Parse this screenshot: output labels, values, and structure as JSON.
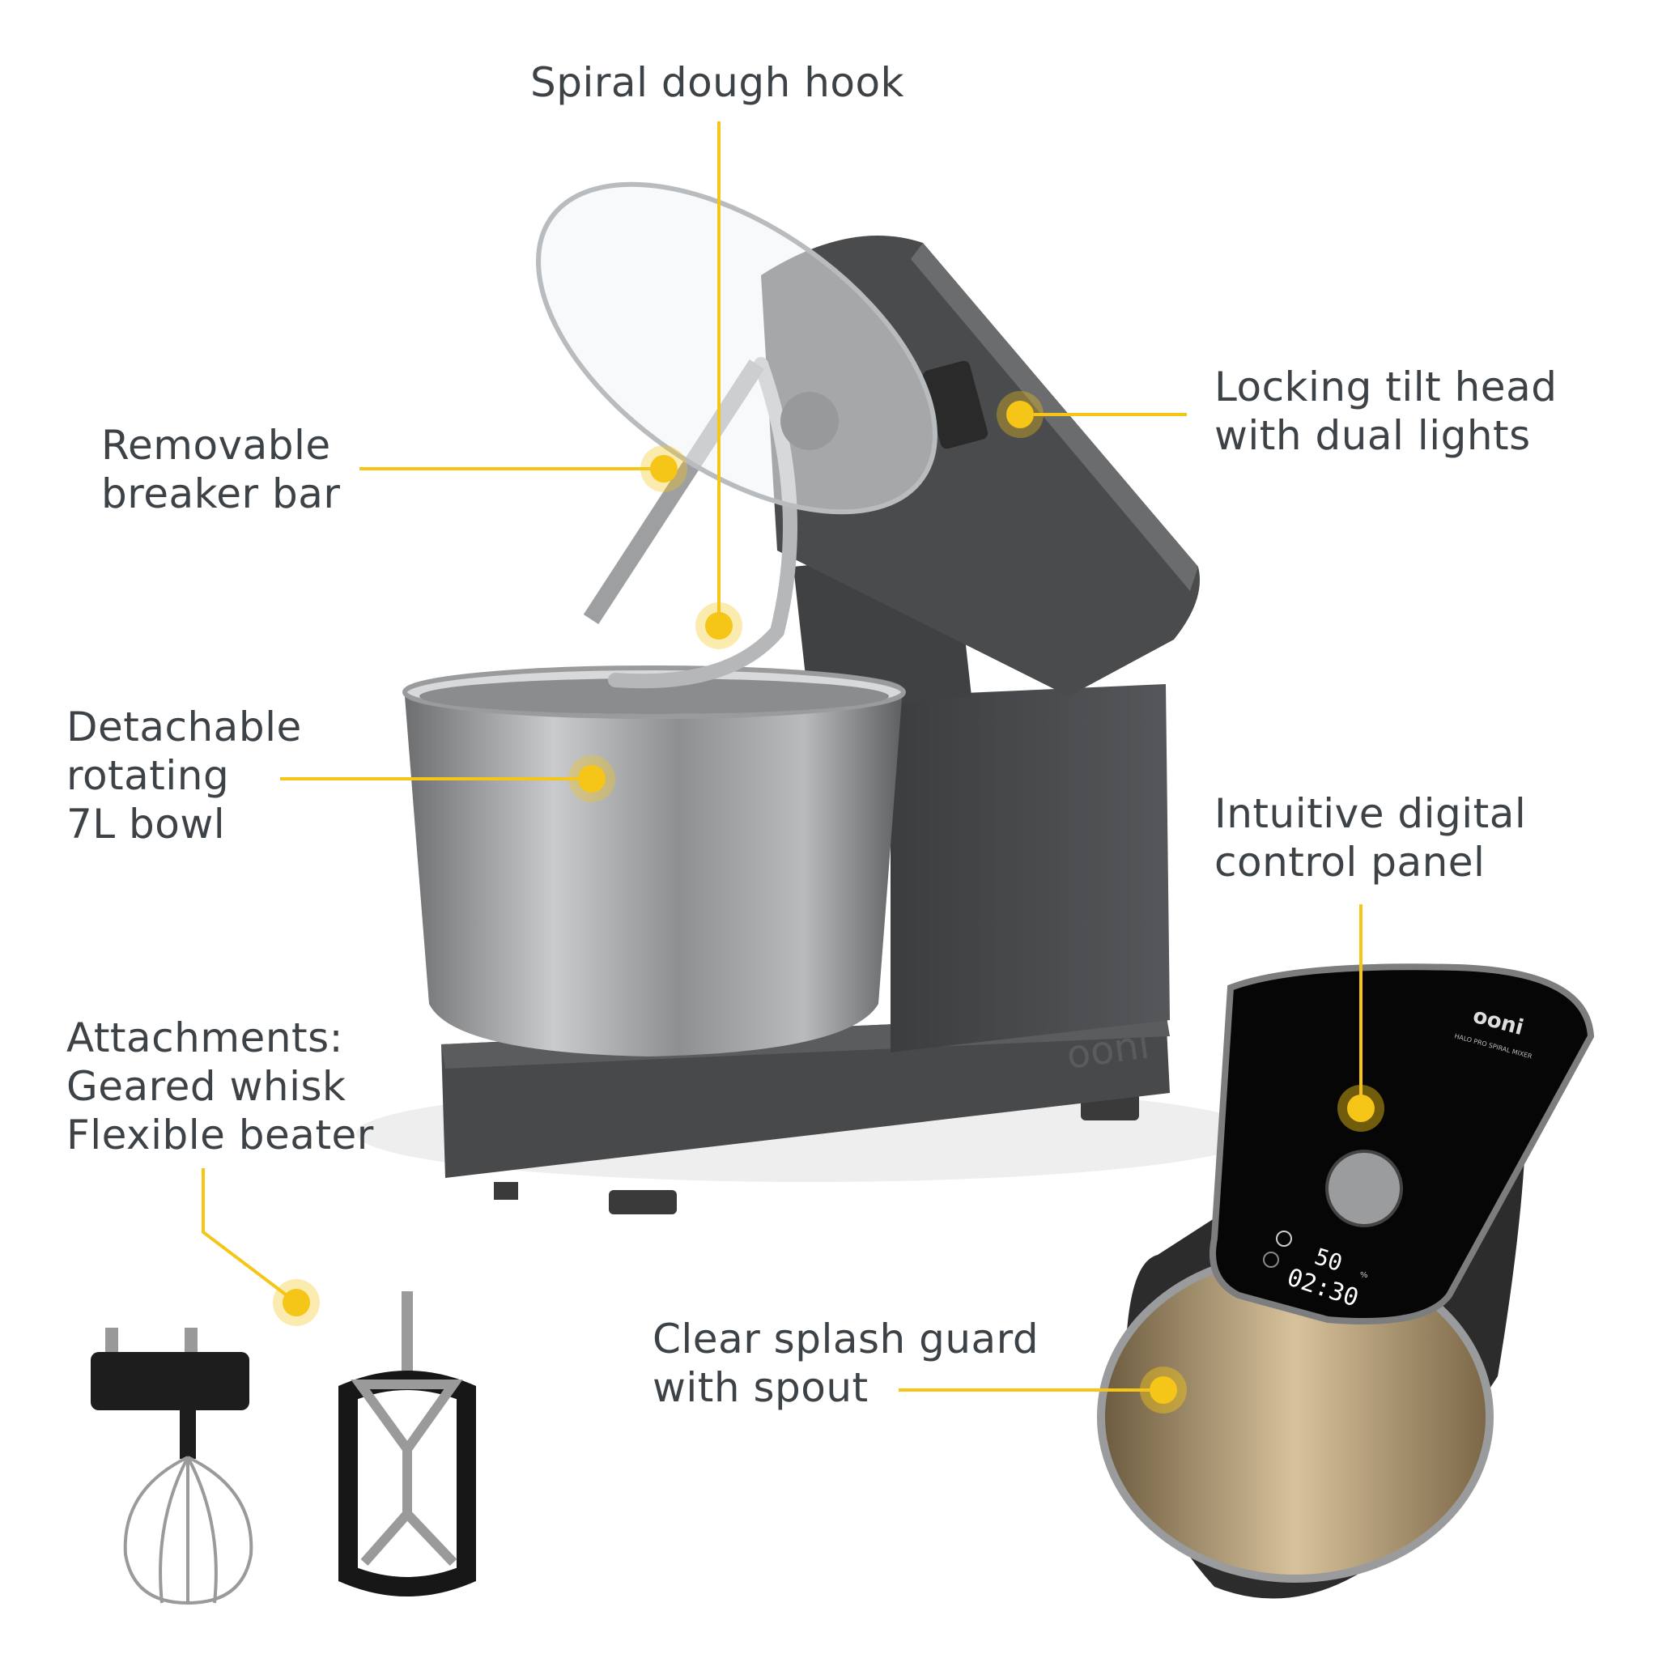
{
  "accent_color": "#f5c518",
  "text_color": "#3d4247",
  "callouts": {
    "dough_hook": {
      "lines": [
        "Spiral dough hook"
      ]
    },
    "tilt_head": {
      "lines": [
        "Locking tilt head",
        "with dual lights"
      ]
    },
    "breaker_bar": {
      "lines": [
        "Removable",
        "breaker bar"
      ]
    },
    "bowl": {
      "lines": [
        "Detachable",
        "rotating",
        "7L bowl"
      ]
    },
    "control_panel": {
      "lines": [
        "Intuitive digital",
        "control panel"
      ]
    },
    "attachments": {
      "lines": [
        "Attachments:",
        "Geared whisk",
        "Flexible beater"
      ]
    },
    "splash_guard": {
      "lines": [
        "Clear splash guard",
        "with spout"
      ]
    }
  },
  "product": {
    "brand_logo": "ooni",
    "model": "HALO PRO SPIRAL MIXER",
    "display_speed": "50",
    "display_time": "02:30",
    "display_unit": "%"
  }
}
